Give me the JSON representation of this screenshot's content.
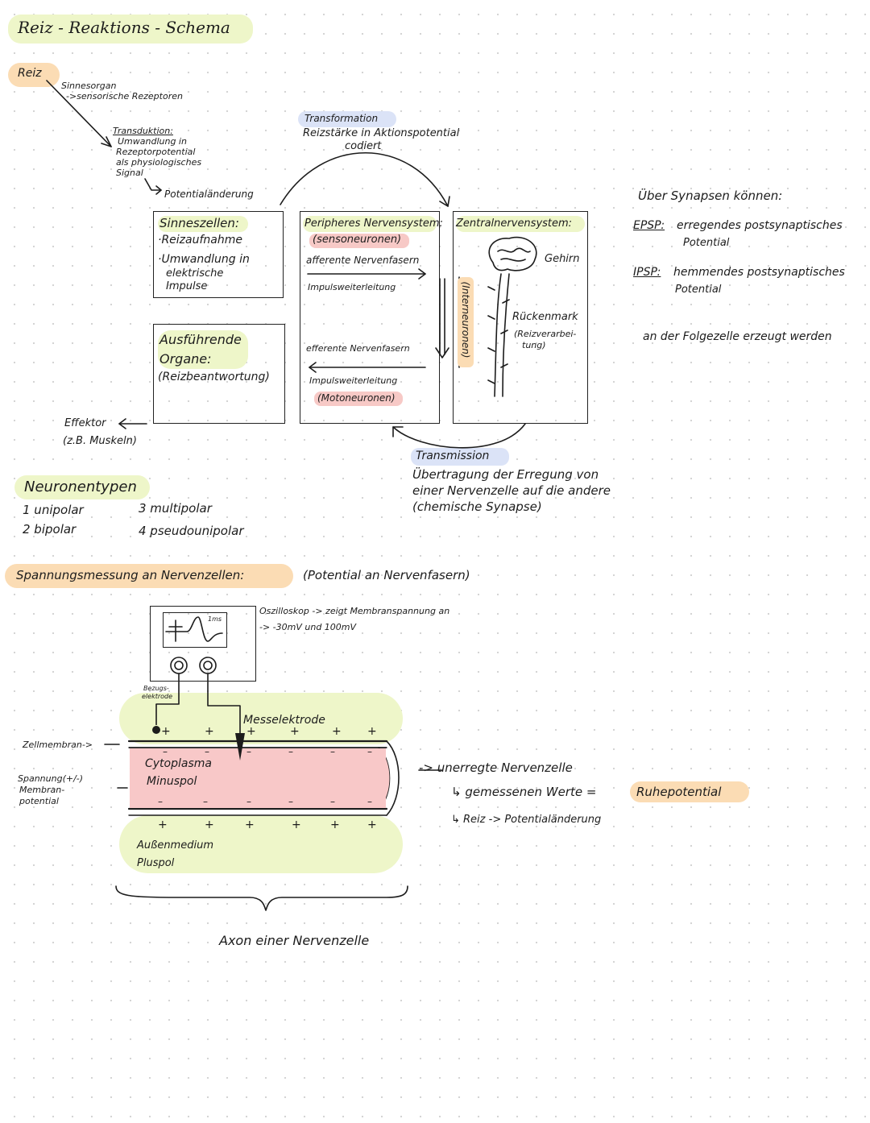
{
  "title": "Reiz - Reaktions - Schema",
  "reiz": {
    "label": "Reiz",
    "sinnesorgan": "Sinnesorgan",
    "rezeptoren": "->sensorische Rezeptoren",
    "transduktion_title": "Transduktion:",
    "transduktion_lines": [
      "Umwandlung in",
      "Rezeptorpotential",
      "als physiologisches",
      "Signal"
    ],
    "potentialaenderung": "Potentialänderung"
  },
  "transformation": {
    "label": "Transformation",
    "line1": "Reizstärke in Aktionspotential",
    "line2": "codiert"
  },
  "sinneszellen": {
    "title": "Sinneszellen:",
    "item1": "·Reizaufnahme",
    "item2": "·Umwandlung in",
    "item3": "elektrische",
    "item4": "Impulse"
  },
  "ausfuehrende": {
    "line1": "Ausführende",
    "line2": "Organe:",
    "line3": "(Reizbeantwortung)"
  },
  "effektor": {
    "label": "Effektor",
    "example": "(z.B. Muskeln)"
  },
  "peripheres": {
    "title": "Peripheres Nervensystem:",
    "senso": "(sensoneuronen)",
    "afferent": "afferente Nervenfasern",
    "impuls1": "Impulsweiterleitung",
    "efferent": "efferente Nervenfasern",
    "impuls2": "Impulsweiterleitung",
    "moto": "(Motoneuronen)"
  },
  "zentral": {
    "title": "Zentralnervensystem:",
    "gehirn": "Gehirn",
    "rueckenmark": "Rückenmark",
    "reizverarbeitung1": "(Reizverarbei-",
    "reizverarbeitung2": "tung)",
    "interneuronen": "(Interneuronen)"
  },
  "transmission": {
    "label": "Transmission",
    "line1": "Übertragung der Erregung von",
    "line2": "einer Nervenzelle auf die andere",
    "line3": "(chemische Synapse)"
  },
  "synapsen": {
    "heading": "Über Synapsen können:",
    "epsp_abbr": "EPSP:",
    "epsp_text": "erregendes postsynaptisches",
    "epsp_text2": "Potential",
    "ipsp_abbr": "IPSP:",
    "ipsp_text": "hemmendes postsynaptisches",
    "ipsp_text2": "Potential",
    "footer": "an der Folgezelle erzeugt werden"
  },
  "neuronentypen": {
    "title": "Neuronentypen",
    "items": [
      "1 unipolar",
      "2 bipolar",
      "3 multipolar",
      "4 pseudounipolar"
    ]
  },
  "spannung": {
    "title": "Spannungsmessung an Nervenzellen:",
    "subtitle": "(Potential an Nervenfasern)",
    "oszi_line1": "Oszilloskop -> zeigt Membranspannung an",
    "oszi_line2": "-> -30mV und 100mV",
    "screen_label": "1ms",
    "bezugs": "Bezugs-",
    "elektrode": "elektrode",
    "messelektrode": "Messelektrode",
    "zellmembran": "Zellmembran->",
    "spannung1": "Spannung(+/-)",
    "spannung2": "Membran-",
    "spannung3": "potential",
    "cytoplasma": "Cytoplasma",
    "minuspol": "Minuspol",
    "aussenmedium": "Außenmedium",
    "pluspol": "Pluspol",
    "plus": "+",
    "minus": "–",
    "axon": "Axon einer Nervenzelle",
    "unerregte": "-> unerregte Nervenzelle",
    "gemessen": "↳ gemessenen Werte =",
    "ruhepotential": "Ruhepotential",
    "reiz_line": "↳ Reiz -> Potentialänderung"
  },
  "colors": {
    "green_highlight": "#eef6c9",
    "orange_highlight": "#fbdcb4",
    "blue_highlight": "#dbe3f7",
    "red_highlight": "#f7c9c6",
    "cytoplasma_fill": "#f8c8c8"
  }
}
